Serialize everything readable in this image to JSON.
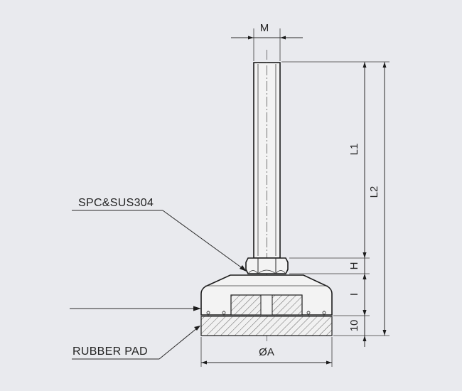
{
  "labels": {
    "material": "SPC&SUS304",
    "pad": "RUBBER PAD",
    "dim_m": "M",
    "dim_l1": "L1",
    "dim_l2": "L2",
    "dim_h": "H",
    "dim_i": "I",
    "dim_10": "10",
    "dim_oa": "ØA"
  }
}
